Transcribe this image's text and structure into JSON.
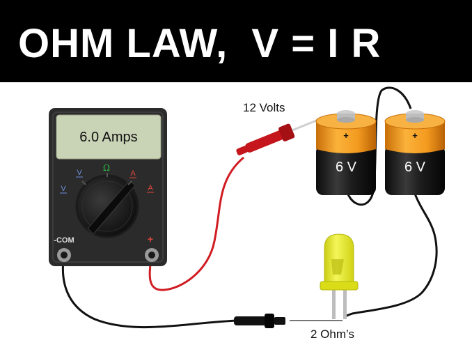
{
  "title": "OHM LAW,  V = I R",
  "meter": {
    "display_reading": "6.0 Amps",
    "dial_labels": {
      "dc_volts": "V",
      "ohms": "Ω",
      "amps_upper": "A",
      "ac_volts": "V",
      "amps_lower": "A"
    },
    "com_label": "-COM",
    "plus_label": "+"
  },
  "batteries": [
    {
      "label": "6 V",
      "terminal": "+"
    },
    {
      "label": "6 V",
      "terminal": "+"
    }
  ],
  "voltage_label": "12 Volts",
  "resistance_label": "2 Ohm’s",
  "colors": {
    "banner": "#000000",
    "banner_text": "#ffffff",
    "meter_body": "#2b2b2b",
    "lcd_screen": "#c9d3b6",
    "probe_red": "#c4161c",
    "wire_black": "#111111",
    "battery_cap": "#f39a1f",
    "battery_body": "#1a1a1a",
    "led": "#e8ec1c",
    "ohms_label": "#19a531",
    "amps_label": "#d0291f",
    "volts_label": "#3d5fb0"
  }
}
